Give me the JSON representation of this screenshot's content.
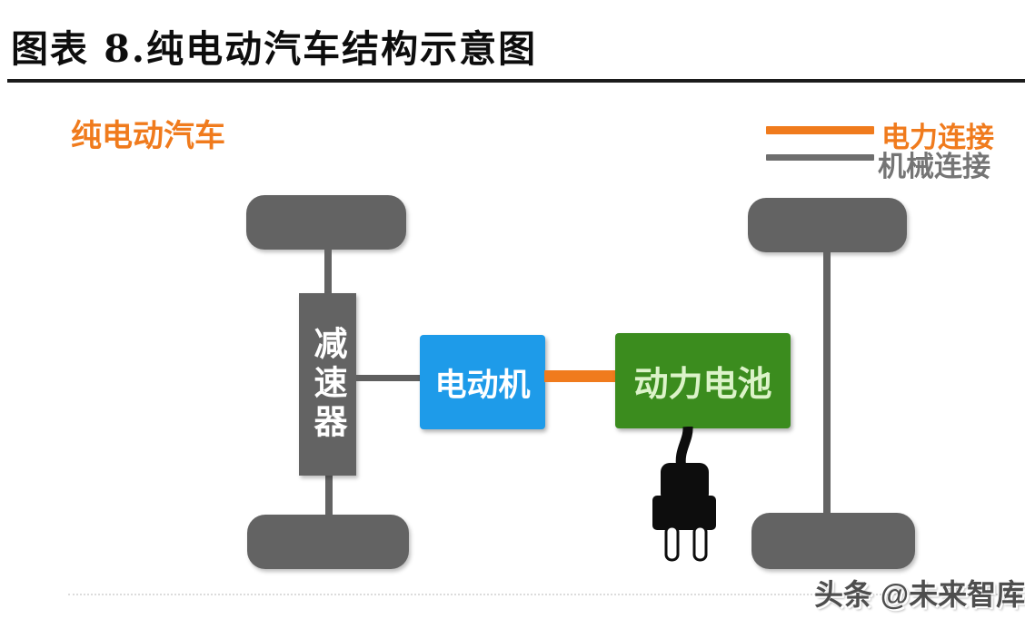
{
  "figure": {
    "title": "图表 8.纯电动汽车结构示意图"
  },
  "diagram": {
    "vehicle_label": "纯电动汽车",
    "legend": {
      "power": {
        "label": "电力连接",
        "color": "#F07B1D"
      },
      "mechanical": {
        "label": "机械连接",
        "color": "#6E6E6E"
      }
    },
    "components": {
      "reducer": {
        "label": "减速器",
        "color": "#636363"
      },
      "motor": {
        "label": "电动机",
        "color": "#1E9BE9"
      },
      "battery": {
        "label": "动力电池",
        "color": "#3B8C1E"
      },
      "wheels": {
        "count": 4,
        "color": "#636363"
      },
      "charging_plug": {
        "icon": "charging-plug-icon",
        "color": "#0d0d0d"
      }
    },
    "connections": [
      {
        "from": "front-left-wheel",
        "to": "reducer",
        "type": "mechanical"
      },
      {
        "from": "reducer",
        "to": "rear-left-wheel",
        "type": "mechanical"
      },
      {
        "from": "reducer",
        "to": "motor",
        "type": "mechanical"
      },
      {
        "from": "motor",
        "to": "battery",
        "type": "power"
      },
      {
        "from": "battery",
        "to": "charging-plug",
        "type": "power"
      },
      {
        "from": "front-right-wheel",
        "to": "rear-right-wheel",
        "type": "mechanical"
      }
    ]
  },
  "watermark": "头条 @未来智库"
}
